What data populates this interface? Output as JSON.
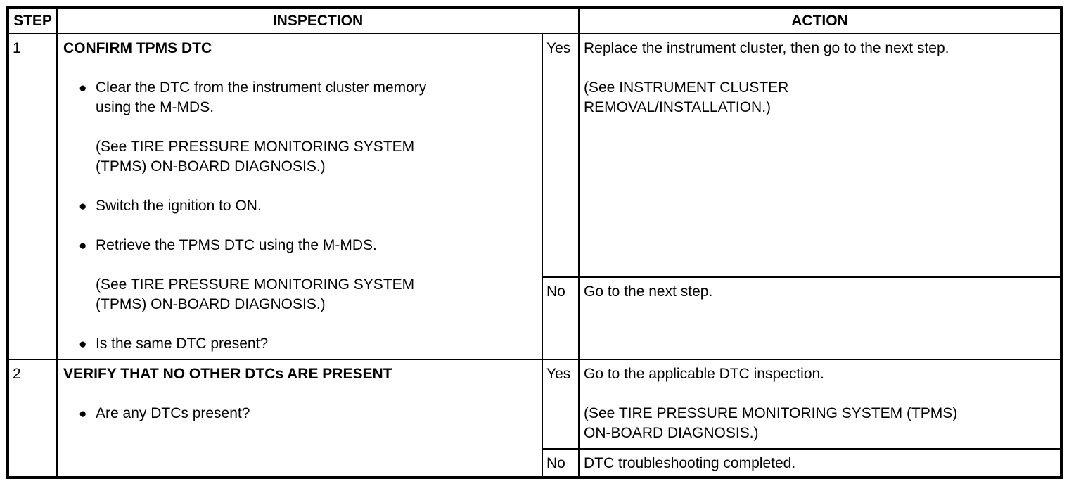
{
  "glyphs": {
    "bullet": "●"
  },
  "colors": {
    "border": "#000000",
    "background": "#ffffff",
    "text": "#000000"
  },
  "table": {
    "headers": {
      "step": "STEP",
      "inspection": "INSPECTION",
      "action": "ACTION"
    },
    "steps": [
      {
        "number": "1",
        "inspection": {
          "title": "CONFIRM TPMS DTC",
          "items": [
            {
              "type": "bullet",
              "lines": [
                "Clear the DTC from the instrument cluster memory",
                "using the M-MDS."
              ]
            },
            {
              "type": "note",
              "lines": [
                "(See TIRE PRESSURE MONITORING SYSTEM",
                "(TPMS) ON-BOARD DIAGNOSIS.)"
              ]
            },
            {
              "type": "bullet",
              "lines": [
                "Switch the ignition to ON."
              ]
            },
            {
              "type": "bullet",
              "lines": [
                "Retrieve the TPMS DTC using the M-MDS."
              ]
            },
            {
              "type": "note",
              "lines": [
                "(See TIRE PRESSURE MONITORING SYSTEM",
                "(TPMS) ON-BOARD DIAGNOSIS.)"
              ]
            },
            {
              "type": "bullet",
              "lines": [
                "Is the same DTC present?"
              ]
            }
          ]
        },
        "actions": [
          {
            "answer": "Yes",
            "lines": [
              "Replace the instrument cluster, then go to the next step.",
              "",
              "(See INSTRUMENT CLUSTER",
              "REMOVAL/INSTALLATION.)"
            ]
          },
          {
            "answer": "No",
            "lines": [
              "Go to the next step."
            ]
          }
        ]
      },
      {
        "number": "2",
        "inspection": {
          "title": "VERIFY THAT NO OTHER DTCs ARE PRESENT",
          "items": [
            {
              "type": "bullet",
              "lines": [
                "Are any DTCs present?"
              ]
            }
          ]
        },
        "actions": [
          {
            "answer": "Yes",
            "lines": [
              "Go to the applicable DTC inspection.",
              "",
              "(See TIRE PRESSURE MONITORING SYSTEM (TPMS)",
              "ON-BOARD DIAGNOSIS.)"
            ]
          },
          {
            "answer": "No",
            "lines": [
              "DTC troubleshooting completed."
            ]
          }
        ]
      }
    ]
  }
}
